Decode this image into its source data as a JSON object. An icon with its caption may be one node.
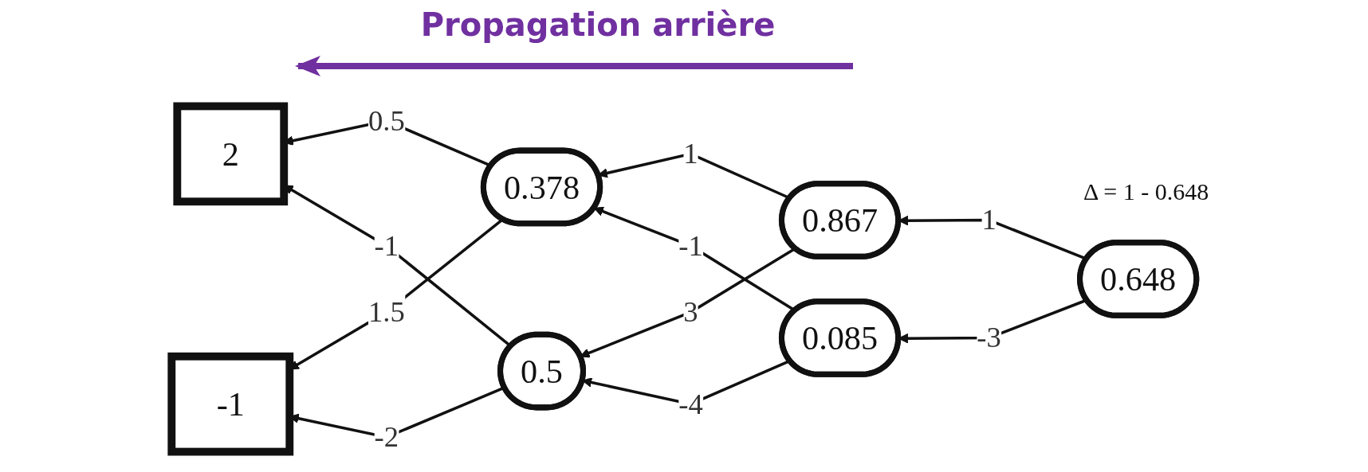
{
  "diagram": {
    "title": "Propagation arrière",
    "nodes": [
      {
        "text": [
          "2"
        ]
      },
      {
        "text": [
          "-1"
        ]
      },
      {
        "text": [
          "0.378"
        ]
      },
      {
        "text": [
          "0.5"
        ]
      },
      {
        "text": [
          "0.867"
        ]
      },
      {
        "text": [
          "0.085"
        ]
      },
      {
        "text": [
          "0.648"
        ],
        "beside": [
          "Δ = 1 - 0.648"
        ]
      }
    ],
    "edges": [
      {
        "from": 2,
        "to": 0,
        "arrow": "to",
        "label": "0.5"
      },
      {
        "from": 3,
        "to": 0,
        "arrow": "to",
        "label": "-1"
      },
      {
        "from": 2,
        "to": 1,
        "arrow": "to",
        "label": "1.5"
      },
      {
        "from": 3,
        "to": 1,
        "arrow": "to",
        "label": "-2"
      },
      {
        "from": 4,
        "to": 2,
        "arrow": "to",
        "label": "1"
      },
      {
        "from": 5,
        "to": 2,
        "arrow": "to",
        "label": "-1"
      },
      {
        "from": 4,
        "to": 3,
        "arrow": "to",
        "label": "3"
      },
      {
        "from": 5,
        "to": 3,
        "arrow": "to",
        "label": "-4"
      },
      {
        "from": 6,
        "to": 4,
        "arrow": "to",
        "label": "1"
      },
      {
        "from": 6,
        "to": 5,
        "arrow": "to",
        "label": "-3"
      }
    ]
  }
}
